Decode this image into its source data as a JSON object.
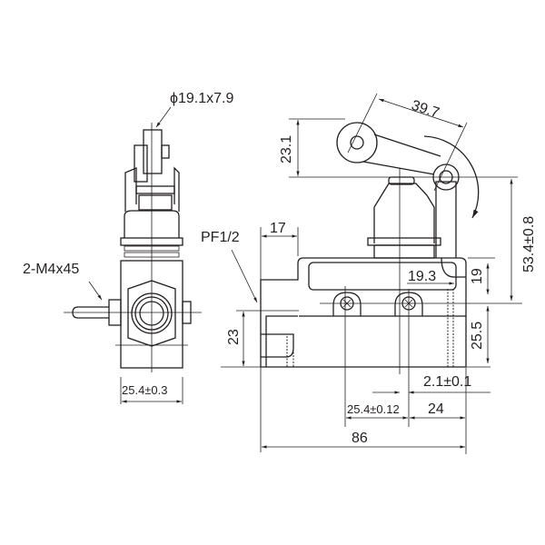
{
  "labels": {
    "roller_size": "ϕ19.1x7.9",
    "screws": "2-M4x45",
    "left_width": "25.4±0.3",
    "conduit": "PF1/2",
    "dim_17": "17",
    "dim_23_1": "23.1",
    "dim_39_7": "39.7",
    "dim_53_4": "53.4±0.8",
    "dim_19": "19",
    "dim_19_3": "19.3",
    "dim_25_5": "25.5",
    "dim_23": "23",
    "dim_2_1": "2.1±0.1",
    "dim_25_4": "25.4±0.12",
    "dim_24": "24",
    "dim_86": "86"
  },
  "colors": {
    "line": "#231f20",
    "background": "#ffffff"
  }
}
